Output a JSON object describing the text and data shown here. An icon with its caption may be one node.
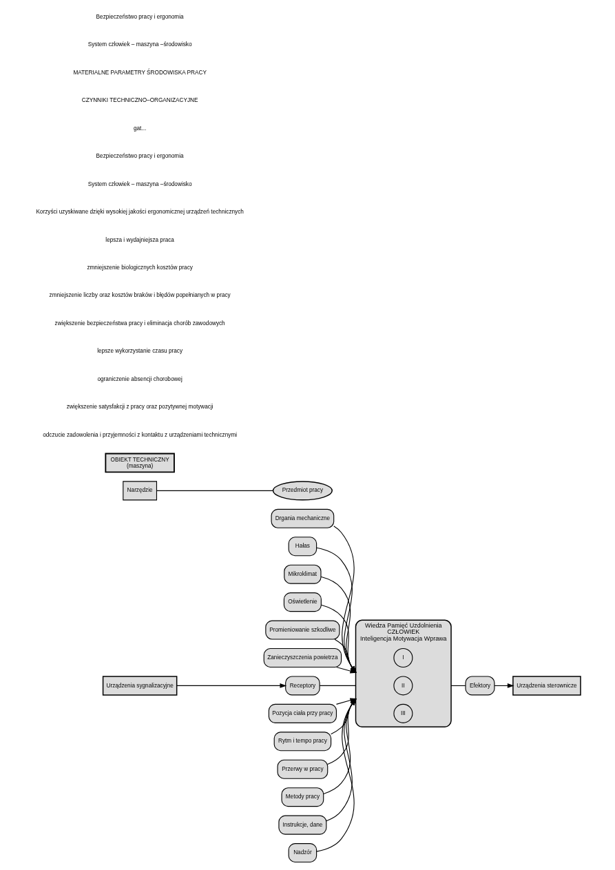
{
  "diagram": {
    "nodes": [
      {
        "text": [
          "Drgania mechaniczne"
        ]
      },
      {
        "text": [
          "Hałas"
        ]
      },
      {
        "text": [
          "Mikroklimat"
        ]
      },
      {
        "text": [
          "Oświetlenie"
        ]
      },
      {
        "text": [
          "Promieniowanie szkodliwe"
        ]
      },
      {
        "text": [
          "Zanieczyszczenia powietrza"
        ]
      },
      {
        "text": [
          "Przedmiot pracy"
        ]
      },
      {
        "text": [
          "Narzędzie"
        ]
      },
      {
        "text": [
          "OBIEKT TECHNICZNY",
          "(maszyna)"
        ]
      },
      {
        "text": [
          "Urządzenia sygnalizacyjne"
        ]
      },
      {
        "text": [
          "Urządzenia sterownicze"
        ]
      },
      {
        "text": [
          "Receptory"
        ]
      },
      {
        "text": [
          "Efektory"
        ]
      },
      {
        "text": [
          "Wiedza Pamięć Uzdolnienia",
          "CZŁOWIEK",
          "Inteligencja Motywacja Wprawa"
        ]
      },
      {
        "text": [
          "I"
        ],
        "in": 13
      },
      {
        "text": [
          "II"
        ],
        "in": 13
      },
      {
        "text": [
          "III"
        ],
        "in": 13
      },
      {
        "text": [
          "Pozycja ciała przy pracy"
        ]
      },
      {
        "text": [
          "Rytm i tempo pracy"
        ]
      },
      {
        "text": [
          "Przerwy w pracy"
        ]
      },
      {
        "text": [
          "Metody pracy"
        ]
      },
      {
        "text": [
          "Instrukcje, dane"
        ]
      },
      {
        "text": [
          "Nadzór"
        ]
      }
    ],
    "edges": [
      {
        "from": 0,
        "to": 13,
        "arrow": "to"
      },
      {
        "from": 1,
        "to": 13,
        "arrow": "to"
      },
      {
        "from": 2,
        "to": 13,
        "arrow": "to"
      },
      {
        "from": 3,
        "to": 13,
        "arrow": "to"
      },
      {
        "from": 4,
        "to": 13,
        "arrow": "to"
      },
      {
        "from": 5,
        "to": 13,
        "arrow": "to"
      },
      {
        "from": 7,
        "to": 6,
        "arrow": "none"
      },
      {
        "from": 9,
        "to": 11,
        "arrow": "to"
      },
      {
        "from": 11,
        "to": 13,
        "arrow": "none"
      },
      {
        "from": 13,
        "to": 12,
        "arrow": "none"
      },
      {
        "from": 12,
        "to": 10,
        "arrow": "to"
      },
      {
        "from": 17,
        "to": 13,
        "arrow": "to"
      },
      {
        "from": 18,
        "to": 13,
        "arrow": "to"
      },
      {
        "from": 19,
        "to": 13,
        "arrow": "to"
      },
      {
        "from": 20,
        "to": 13,
        "arrow": "to"
      },
      {
        "from": 21,
        "to": 13,
        "arrow": "to"
      },
      {
        "from": 22,
        "to": 13,
        "arrow": "to"
      }
    ],
    "labels": [
      "Bezpieczeństwo pracy i ergonomia",
      "System człowiek – maszyna –środowisko",
      "MATERIALNE PARAMETRY ŚRODOWISKA PRACY",
      "CZYNNIKI TECHNICZNO–ORGANIZACYJNE",
      "gat...",
      "Bezpieczeństwo pracy i ergonomia",
      "System człowiek – maszyna –środowisko",
      "Korzyści uzyskiwane dzięki wysokiej jakości ergonomicznej urządzeń technicznych",
      "lepsza i wydajniejsza praca",
      "zmniejszenie biologicznych kosztów pracy",
      "zmniejszenie liczby oraz kosztów braków i błędów popełnianych w pracy",
      "zwiększenie bezpieczeństwa pracy i eliminacja chorób zawodowych",
      "lepsze wykorzystanie czasu pracy",
      "ograniczenie absencji chorobowej",
      "zwiększenie satysfakcji z pracy oraz pozytywnej motywacji",
      "odczucie zadowolenia i przyjemności z kontaktu z urządzeniami technicznymi"
    ]
  }
}
